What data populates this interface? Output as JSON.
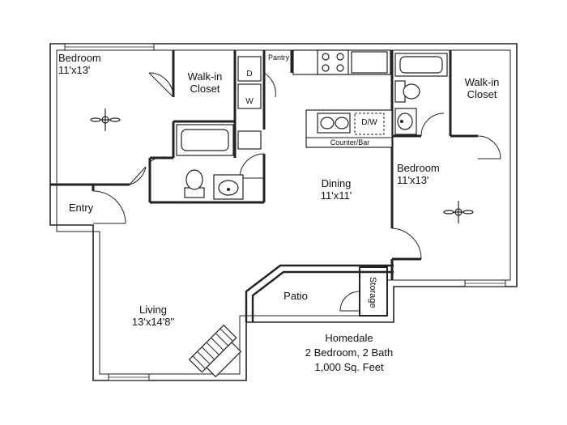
{
  "plan": {
    "name": "Homedale",
    "layout": "2 Bedroom, 2 Bath",
    "area": "1,000 Sq. Feet"
  },
  "rooms": {
    "bedroom_left": {
      "name": "Bedroom",
      "size": "11'x13'"
    },
    "closet_left": {
      "line1": "Walk-in",
      "line2": "Closet"
    },
    "pantry": "Pantry",
    "counter": "Counter/Bar",
    "dishwasher": "D/W",
    "dining": {
      "name": "Dining",
      "size": "11'x11'"
    },
    "bedroom_right": {
      "name": "Bedroom",
      "size": "11'x13'"
    },
    "closet_right": {
      "line1": "Walk-in",
      "line2": "Closet"
    },
    "entry": "Entry",
    "living": {
      "name": "Living",
      "size": "13'x14'8\""
    },
    "patio": "Patio",
    "storage": "Storage",
    "washer": "W",
    "dryer": "D"
  },
  "icons": [
    "ceiling-fan-icon",
    "toilet-icon",
    "sink-icon",
    "bathtub-icon",
    "stove-icon",
    "fireplace-icon",
    "door-swing-icon"
  ]
}
